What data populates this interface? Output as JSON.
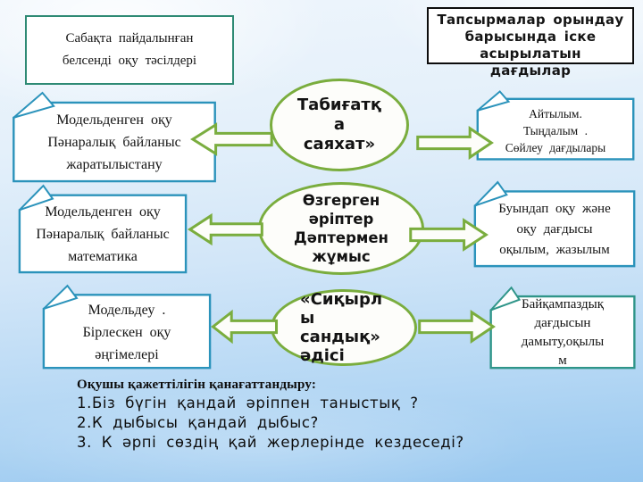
{
  "colors": {
    "accent_green": "#7aad3e",
    "border_blue": "#2b93bb",
    "border_teal_green": "#2f9589",
    "border_dark_teal": "#2e8a74",
    "border_black": "#0c0c0c",
    "background_top": "#eef5fc",
    "background_bottom": "#97c7ef"
  },
  "top_left_box": {
    "lines": [
      "Сабақта  пайдалынған",
      "белсенді  оқу   тәсілдері"
    ]
  },
  "top_right_box": {
    "lines": [
      "Тапсырмалар  орындау",
      "барысында   іске",
      "асырылатын",
      "дағдылар"
    ]
  },
  "ellipses": [
    {
      "lines": [
        "Табиғатқ",
        "а",
        "саяхат»"
      ]
    },
    {
      "lines": [
        "Өзгерген",
        "әріптер",
        "Дәптермен",
        "жұмыс"
      ]
    },
    {
      "lines": [
        "«Сиқырл",
        "ы",
        "сандық»",
        "әдісі"
      ]
    }
  ],
  "left_boxes": [
    {
      "lines": [
        "Модельденген  оқу",
        "Пәнаралық байланыс",
        "жаратылыстану"
      ]
    },
    {
      "lines": [
        "Модельденген  оқу",
        "Пәнаралық  байланыс",
        "математика"
      ]
    },
    {
      "lines": [
        "Модельдеу .",
        "Бірлескен   оқу",
        "әңгімелері"
      ]
    }
  ],
  "right_boxes": [
    {
      "lines": [
        "Айтылым.",
        "Тыңдалым  .",
        "Сөйлеу  дағдылары"
      ]
    },
    {
      "lines": [
        "Буындап  оқу  және",
        "оқу  дағдысы",
        "оқылым,  жазылым"
      ]
    },
    {
      "lines": [
        "Байқампаздық",
        "дағдысын",
        "дамыту,оқылы",
        "м"
      ]
    }
  ],
  "questions": {
    "heading": "Оқушы қажеттілігін қанағаттандыру:",
    "items": [
      "1.Біз  бүгін  қандай әріппен  таныстық ?",
      "2.К  дыбысы  қандай  дыбыс?",
      "3. К  әрпі  сөздің   қай  жерлерінде  кездеседі?"
    ]
  }
}
